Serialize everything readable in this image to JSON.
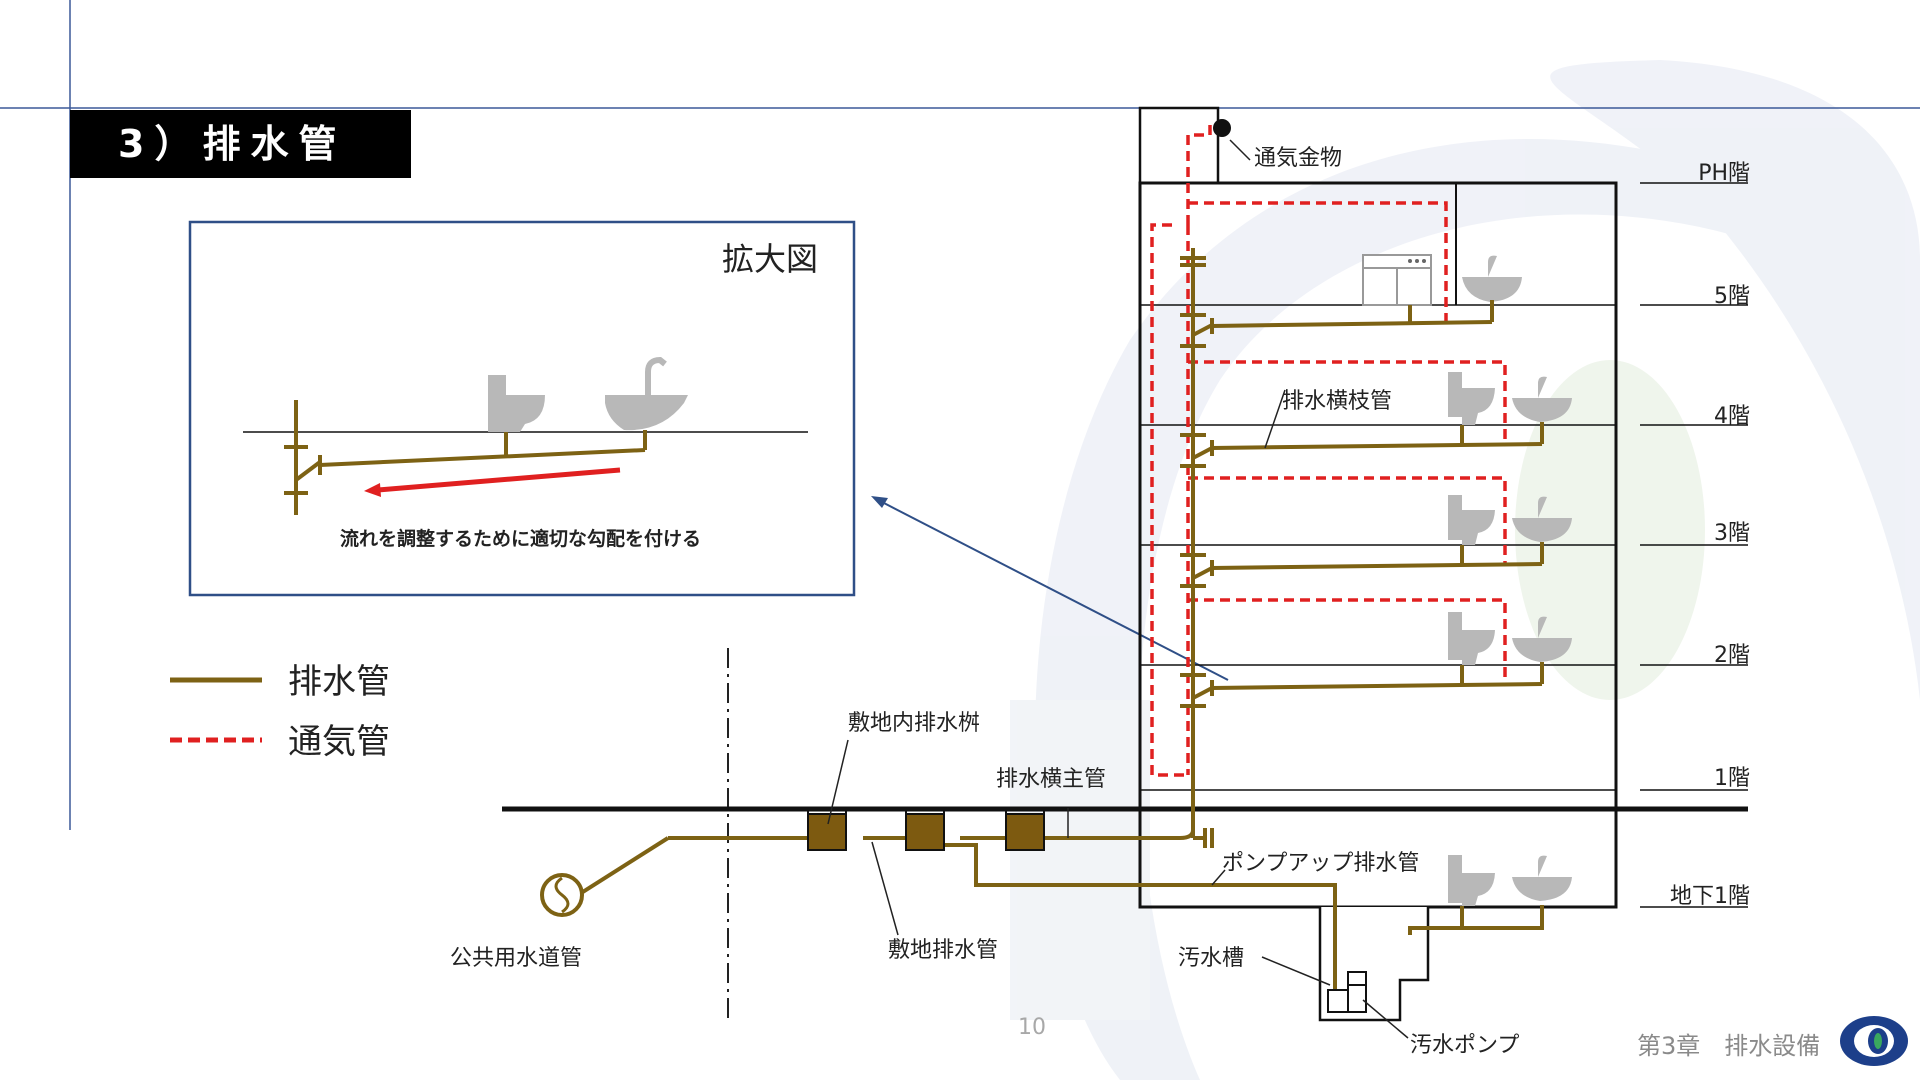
{
  "title": "3）排水管",
  "inset": {
    "title": "拡大図",
    "caption": "流れを調整するために適切な勾配を付ける"
  },
  "legend": {
    "drain_label": "排水管",
    "vent_label": "通気管"
  },
  "floors": [
    "PH階",
    "5階",
    "4階",
    "3階",
    "2階",
    "1階",
    "地下1階"
  ],
  "labels": {
    "vent_fitting": "通気金物",
    "branch_pipe": "排水横枝管",
    "main_pipe": "排水横主管",
    "site_catch_basin": "敷地内排水桝",
    "site_drain_pipe": "敷地排水管",
    "public_sewer": "公共用水道管",
    "pumpup_pipe": "ポンプアップ排水管",
    "sewage_tank": "汚水槽",
    "sewage_pump": "汚水ポンプ"
  },
  "footer": {
    "page_number": "10",
    "chapter": "第3章　排水設備"
  },
  "colors": {
    "drain": "#7d6214",
    "vent": "#e02020",
    "accent_line": "#3b5998",
    "fixture": "#b8b8b8",
    "logo": "#1d3f8a"
  }
}
